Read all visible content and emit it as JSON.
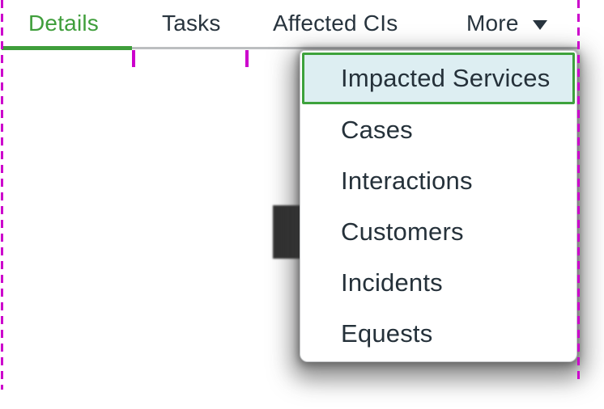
{
  "tabs": {
    "items": [
      {
        "label": "Details",
        "active": true
      },
      {
        "label": "Tasks",
        "active": false
      },
      {
        "label": "Affected CIs",
        "active": false
      },
      {
        "label": "More",
        "active": false,
        "has_caret": true
      }
    ]
  },
  "dropdown": {
    "items": [
      {
        "label": "Impacted Services",
        "highlighted": true
      },
      {
        "label": "Cases",
        "highlighted": false
      },
      {
        "label": "Interactions",
        "highlighted": false
      },
      {
        "label": "Customers",
        "highlighted": false
      },
      {
        "label": "Incidents",
        "highlighted": false
      },
      {
        "label": "Equests",
        "highlighted": false
      }
    ]
  },
  "colors": {
    "accent_green": "#3f9e3b",
    "tab_text": "#28343e",
    "menu_text": "#25313a",
    "highlight_background": "#ddeef2",
    "highlight_border": "#3da23c",
    "annotation_magenta": "#cc00cc",
    "rule_gray": "#bcbec0",
    "menu_border": "#c7c9cb"
  }
}
